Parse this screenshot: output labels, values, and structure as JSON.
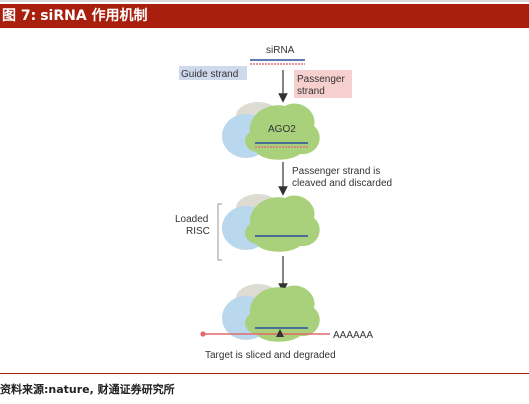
{
  "header": {
    "figure_no": "图 7:",
    "title": "siRNA 作用机制"
  },
  "diagram": {
    "sirna_label": "siRNA",
    "guide_strand_label": "Guide strand",
    "passenger_strand_label_1": "Passenger",
    "passenger_strand_label_2": "strand",
    "ago2_label": "AGO2",
    "cleave_label_1": "Passenger strand is",
    "cleave_label_2": "cleaved and discarded",
    "loaded_label_1": "Loaded",
    "loaded_label_2": "RISC",
    "polya_label": "AAAAAA",
    "target_label": "Target is sliced and degraded",
    "colors": {
      "guide": "#2b4f9e",
      "passenger": "#e0707a",
      "green_protein": "#a9d07a",
      "blue_protein": "#b9d8ee",
      "grey_protein": "#dcdcd2",
      "target_line": "#e36a6a",
      "guide_label_bg": "#cfd9ec",
      "passenger_label_bg": "#f6cfcf"
    }
  },
  "footer": {
    "source_label": "资料来源:",
    "source_text": "nature, 财通证券研究所"
  }
}
